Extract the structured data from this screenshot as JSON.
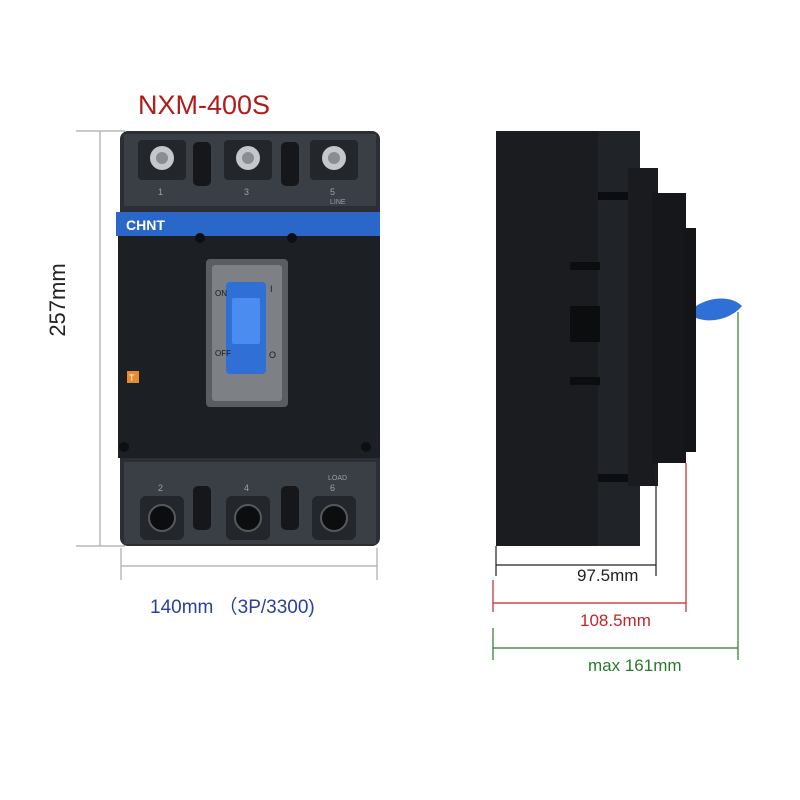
{
  "title": "NXM-400S",
  "brand": "CHNT",
  "dimensions": {
    "height": "257mm",
    "width": "140mm （3P/3300)",
    "depth_body": "97.5mm",
    "depth_handle_base": "108.5mm",
    "depth_max": "max 161mm"
  },
  "handle": {
    "on_label": "ON",
    "off_label": "OFF",
    "on_symbol": "I",
    "off_symbol": "O"
  },
  "terminals": {
    "line_numbers": [
      "1",
      "3",
      "5"
    ],
    "line_label": "LINE",
    "load_numbers": [
      "2",
      "4",
      "6"
    ],
    "load_label": "LOAD"
  },
  "badge": "T",
  "colors": {
    "title": "#b01c1c",
    "width_text": "#2a3fa0",
    "depth_body": "#222222",
    "depth_handle_base": "#c0262a",
    "depth_max": "#2a7a2a",
    "handle": "#2f6fd6",
    "band": "#2b66c9",
    "body": "#1c1f24"
  }
}
